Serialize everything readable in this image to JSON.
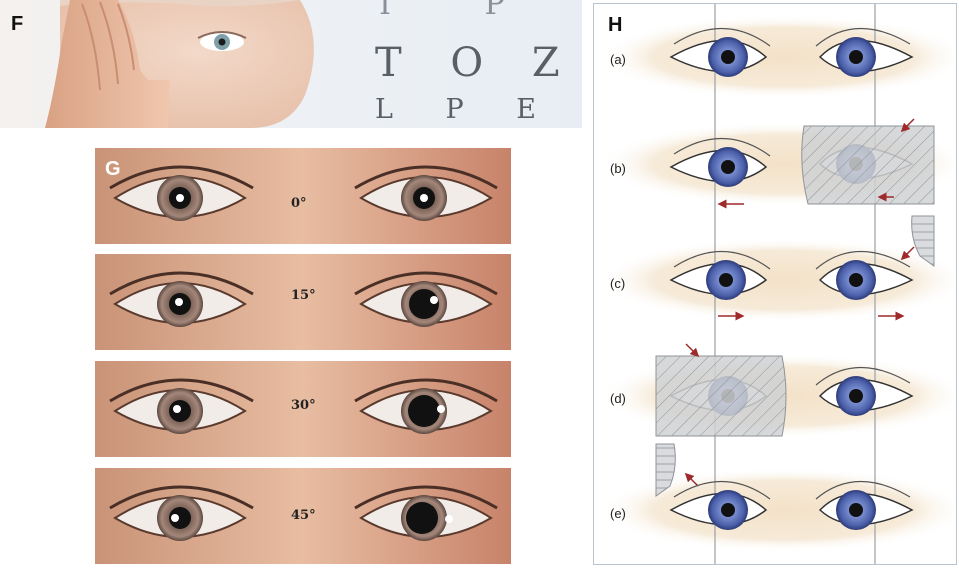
{
  "panel_f": {
    "letter": "F",
    "eye_chart_rows": [
      {
        "text": "T O Z"
      },
      {
        "text": "L P E D"
      }
    ]
  },
  "panel_g": {
    "letter": "G",
    "rows": [
      {
        "angle": "0°"
      },
      {
        "angle": "15°"
      },
      {
        "angle": "30°"
      },
      {
        "angle": "45°"
      }
    ]
  },
  "panel_h": {
    "letter": "H",
    "rows": [
      {
        "label": "(a)"
      },
      {
        "label": "(b)"
      },
      {
        "label": "(c)"
      },
      {
        "label": "(d)"
      },
      {
        "label": "(e)"
      }
    ]
  },
  "colors": {
    "iris_blue": "#4a5fa8",
    "skin_band": "#f3e2c8",
    "arrow_red": "#9e2a2b",
    "cover_gray": "#cfd1d4"
  }
}
